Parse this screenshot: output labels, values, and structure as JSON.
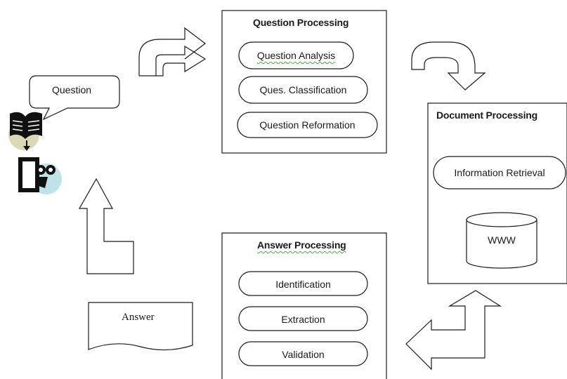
{
  "question_bubble": {
    "label": "Question"
  },
  "question_processing": {
    "title": "Question Processing",
    "steps": [
      "Question  Analysis",
      "Ques. Classification",
      "Question Reformation"
    ]
  },
  "document_processing": {
    "title": "Document Processing",
    "steps": [
      "Information Retrieval"
    ],
    "database_label": "WWW"
  },
  "answer_processing": {
    "title": "Answer  Processing",
    "steps": [
      "Identification",
      "Extraction",
      "Validation"
    ]
  },
  "answer_document": {
    "label": "Answer"
  },
  "icons": [
    "book-icon",
    "person-icon",
    "database-icon",
    "arrow-icon"
  ],
  "colors": {
    "stroke": "#1a1a1a",
    "book_circle": "#dcd8b6",
    "person_circle": "#bfe2e6"
  }
}
